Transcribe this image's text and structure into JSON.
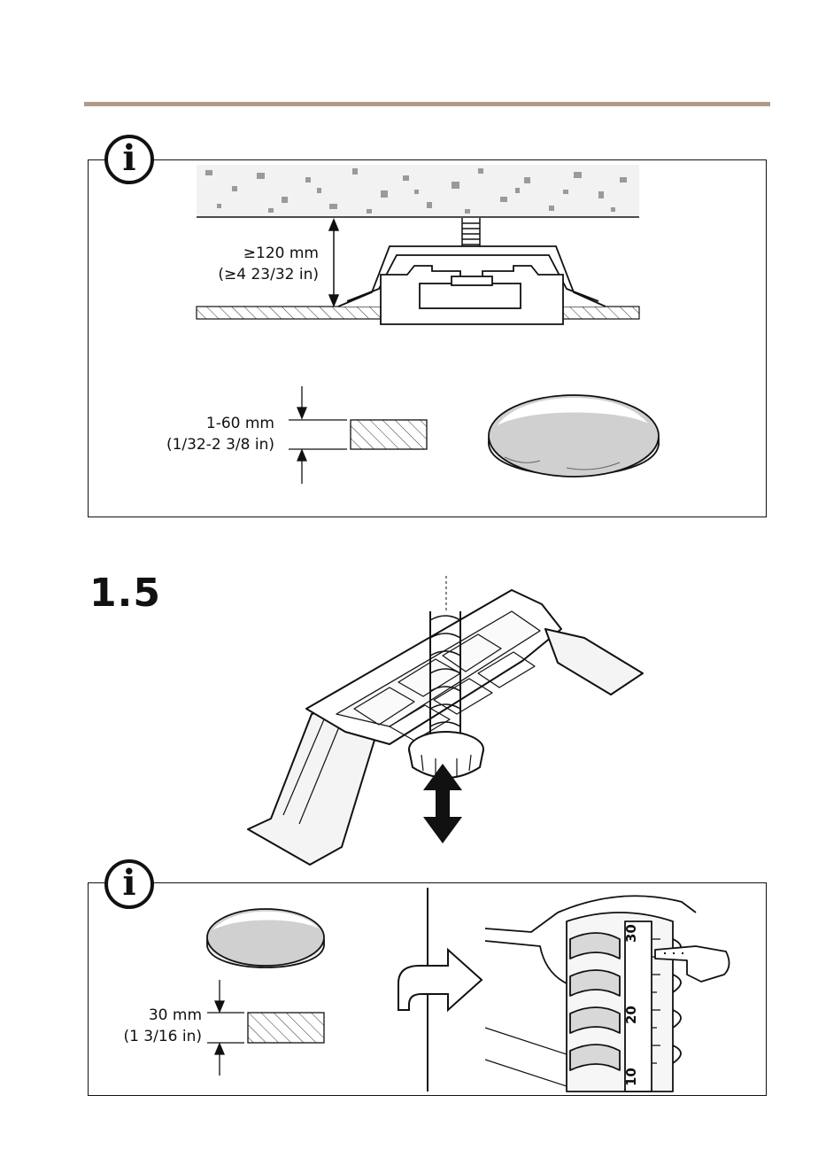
{
  "info_box_1": {
    "clearance": {
      "metric": "≥120 mm",
      "imperial": "(≥4 23/32 in)"
    },
    "thickness": {
      "metric": "1-60 mm",
      "imperial": "(1/32-2 3/8 in)"
    }
  },
  "step": {
    "number": "1.5"
  },
  "info_box_2": {
    "thickness": {
      "metric": "30 mm",
      "imperial": "(1 3/16 in)"
    },
    "scale_labels": [
      "30",
      "20",
      "10"
    ]
  },
  "icons": {
    "info": "i"
  }
}
